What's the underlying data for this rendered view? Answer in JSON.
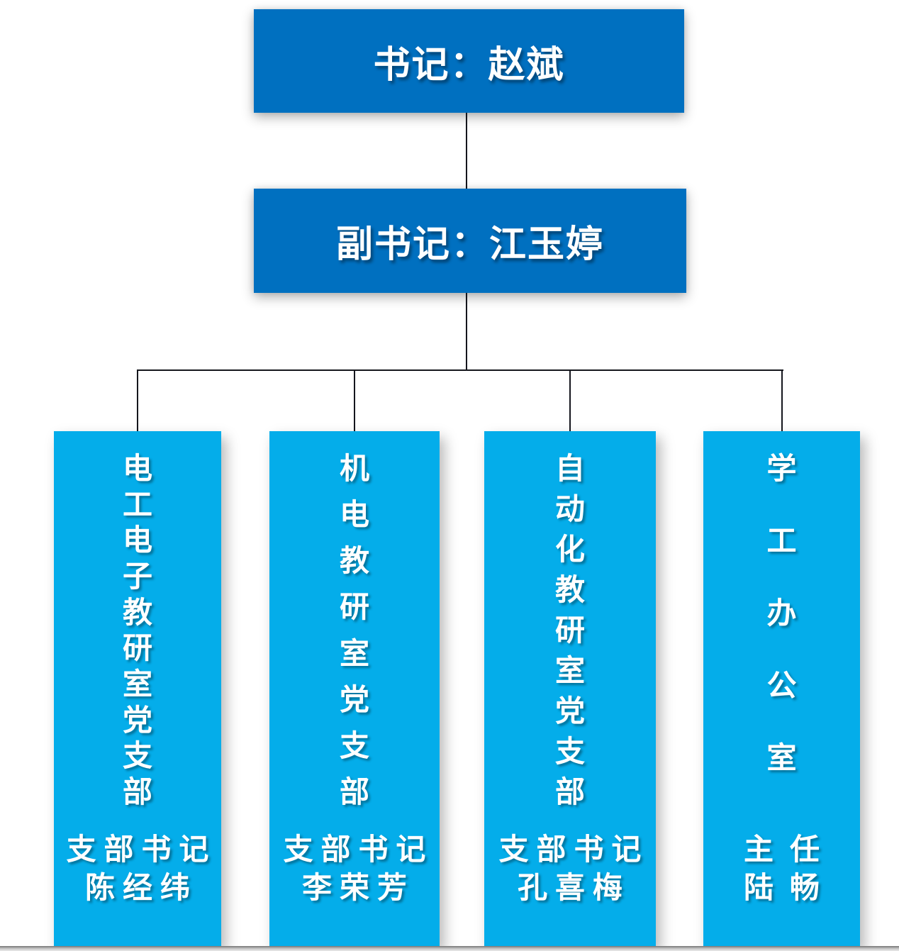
{
  "colors": {
    "primary_blue": "#0070C0",
    "branch_blue": "#04ADEA",
    "connector": "#15161d",
    "text_white": "#ffffff"
  },
  "chart": {
    "root": {
      "label": "书记：赵斌"
    },
    "deputy": {
      "label": "副书记：江玉婷"
    },
    "branches": [
      {
        "title": "电工电子教研室党支部",
        "role": "支部书记",
        "name": "陈经纬"
      },
      {
        "title": "机电教研室党支部",
        "role": "支部书记",
        "name": "李荣芳"
      },
      {
        "title": "自动化教研室党支部",
        "role": "支部书记",
        "name": "孔喜梅"
      },
      {
        "title": "学工办公室",
        "role": "主任",
        "name": "陆畅"
      }
    ]
  }
}
